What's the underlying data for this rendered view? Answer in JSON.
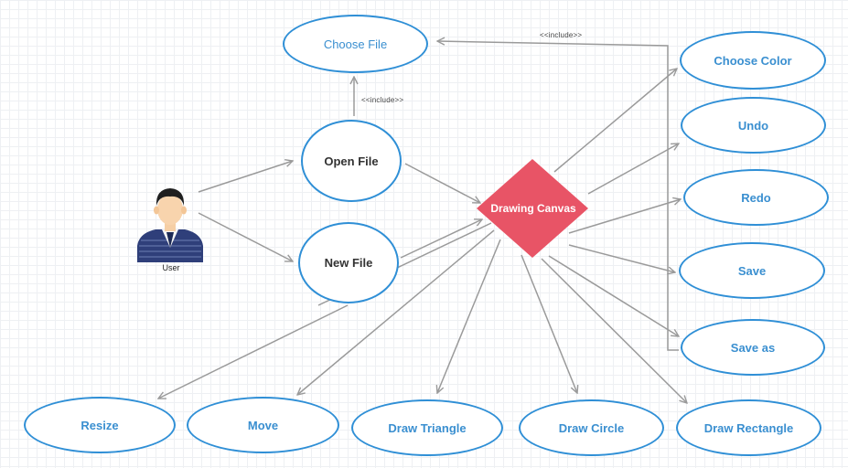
{
  "actor": {
    "label": "User",
    "icon": "user-icon"
  },
  "hub": {
    "label": "Drawing Canvas",
    "color": "#e85466"
  },
  "use_cases": {
    "choose_file": "Choose File",
    "open_file": "Open File",
    "new_file": "New File",
    "choose_color": "Choose Color",
    "undo": "Undo",
    "redo": "Redo",
    "save": "Save",
    "save_as": "Save as",
    "resize": "Resize",
    "move": "Move",
    "draw_triangle": "Draw Triangle",
    "draw_circle": "Draw Circle",
    "draw_rectangle": "Draw Rectangle"
  },
  "relations": {
    "include_top": "<<include>>",
    "include_open": "<<include>>"
  },
  "colors": {
    "ellipse_border": "#2f8fd6",
    "ellipse_text": "#3a8fd0",
    "arrow": "#9a9a9a"
  }
}
